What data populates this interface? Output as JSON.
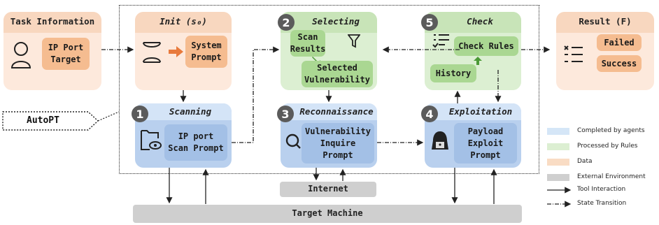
{
  "task": {
    "title": "Task Information",
    "data_label": "IP Port\nTarget"
  },
  "init": {
    "title": "Init (s₀)",
    "data_label": "System\nPrompt"
  },
  "selecting": {
    "number": "2",
    "title": "Selecting",
    "scan_results": "Scan\nResults",
    "selected_vuln": "Selected\nVulnerability"
  },
  "check": {
    "number": "5",
    "title": "Check",
    "rules": "Check Rules",
    "history": "History"
  },
  "result": {
    "title": "Result (F)",
    "failed": "Failed",
    "success": "Success"
  },
  "scanning": {
    "number": "1",
    "title": "Scanning",
    "prompt": "IP port\nScan Prompt"
  },
  "recon": {
    "number": "3",
    "title": "Reconnaissance",
    "prompt": "Vulnerability\nInquire\nPrompt"
  },
  "exploit": {
    "number": "4",
    "title": "Exploitation",
    "prompt": "Payload\nExploit\nPrompt"
  },
  "autopt": {
    "label": "AutoPT"
  },
  "internet": {
    "label": "Internet"
  },
  "target": {
    "label": "Target Machine"
  },
  "legend": {
    "items": [
      {
        "label": "Completed by agents",
        "color": "#d5e6f7"
      },
      {
        "label": "Processed by Rules",
        "color": "#dcefd2"
      },
      {
        "label": "Data",
        "color": "#f9dcc4"
      },
      {
        "label": "External Environment",
        "color": "#cfcfcf"
      }
    ],
    "tool": "Tool Interaction",
    "state": "State Transition"
  },
  "colors": {
    "agent_light": "#e3edf9",
    "agent_dark": "#b9d0ee",
    "rule_light": "#dcefd2",
    "rule_dark": "#b4dca0",
    "data_light": "#fde9dc",
    "data_dark": "#f6c8a4",
    "env": "#cfcfcf"
  }
}
